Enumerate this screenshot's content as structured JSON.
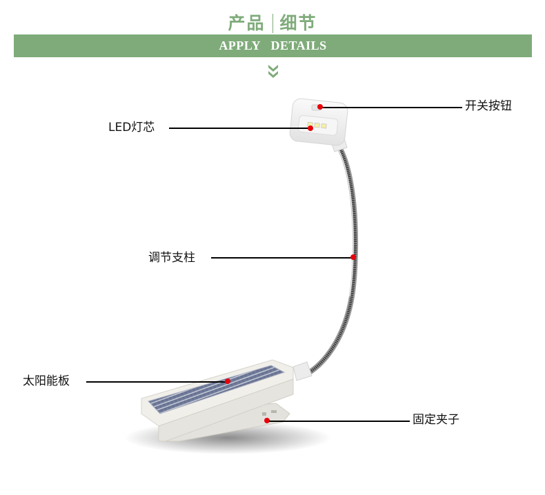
{
  "header": {
    "title_left": "产品",
    "title_right": "细节",
    "banner_text": "APPLY DETAILS",
    "accent_color": "#7fab7a"
  },
  "annotations": {
    "switch_button": "开关按钮",
    "led_core": "LED灯芯",
    "adjustable_stem": "调节支柱",
    "solar_panel": "太阳能板",
    "clip": "固定夹子",
    "marker_color": "#e8000b"
  },
  "icons": {
    "chevron": "double-chevron-down-icon"
  }
}
